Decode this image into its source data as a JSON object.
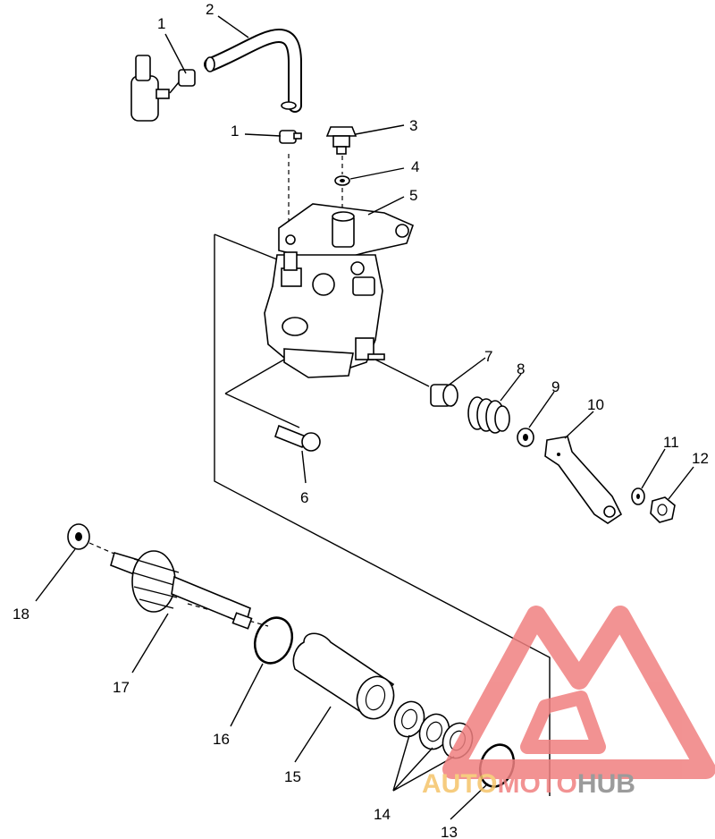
{
  "callouts": [
    "1",
    "2",
    "1",
    "3",
    "4",
    "5",
    "6",
    "7",
    "8",
    "9",
    "10",
    "11",
    "12",
    "13",
    "14",
    "15",
    "16",
    "17",
    "18"
  ],
  "watermark": {
    "part1": "AUTO",
    "part2": "MOTO",
    "part3": "HUB",
    "color_triangle": "#f08080",
    "color_auto": "#f5c469",
    "color_moto": "#f08080",
    "color_hub": "#8a8a8a"
  }
}
